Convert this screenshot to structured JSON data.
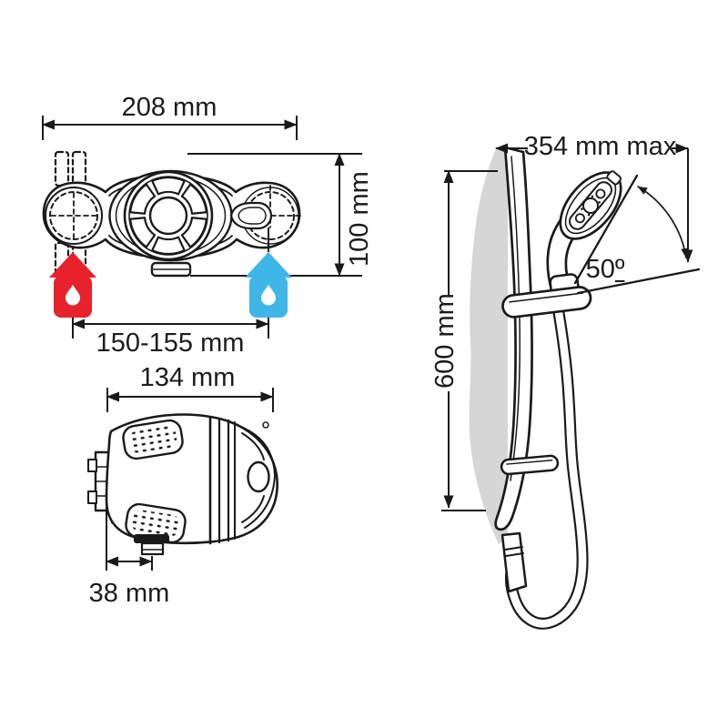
{
  "colors": {
    "hot": "#e8222b",
    "cold": "#3fb6e8",
    "line": "#1a1a1a",
    "wall": "#d6d6d6",
    "bg": "#ffffff"
  },
  "front_view": {
    "width_label": "208 mm",
    "height_label": "100 mm",
    "inlet_spacing_label": "150-155 mm"
  },
  "side_view": {
    "width_label": "134 mm",
    "outlet_offset_label": "38 mm"
  },
  "rail_view": {
    "max_width_label": "354 mm max",
    "height_label": "600 mm",
    "angle_value": "50",
    "angle_unit": "º"
  },
  "icons": {
    "hot_inlet": "droplet-icon",
    "cold_inlet": "droplet-icon"
  }
}
